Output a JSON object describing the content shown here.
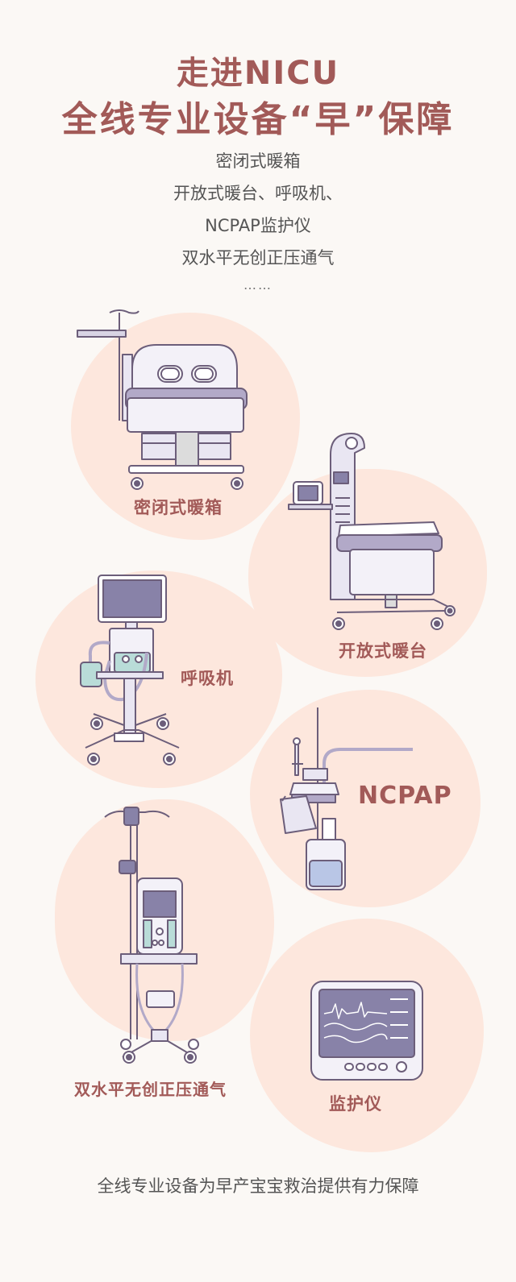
{
  "header": {
    "title_line1": "走进NICU",
    "title_line2": "全线专业设备“早”保障"
  },
  "intro": {
    "line1": "密闭式暖箱",
    "line2": "开放式暖台、呼吸机、",
    "line3": "NCPAP监护仪",
    "line4": "双水平无创正压通气",
    "ellipsis": "……"
  },
  "equipment": [
    {
      "label": "密闭式暖箱",
      "icon": "incubator-icon"
    },
    {
      "label": "开放式暖台",
      "icon": "radiant-warmer-icon"
    },
    {
      "label": "呼吸机",
      "icon": "ventilator-icon"
    },
    {
      "label": "NCPAP",
      "icon": "ncpap-icon"
    },
    {
      "label": "双水平无创正压通气",
      "icon": "bipap-icon"
    },
    {
      "label": "监护仪",
      "icon": "monitor-icon"
    }
  ],
  "footer": {
    "text": "全线专业设备为早产宝宝救治提供有力保障"
  },
  "colors": {
    "accent": "#a25a58",
    "blob": "#fde7dd",
    "outline": "#6c5e7a",
    "screen": "#8882a8",
    "device_light": "#e9e6f2",
    "teal": "#b9dcd8"
  }
}
